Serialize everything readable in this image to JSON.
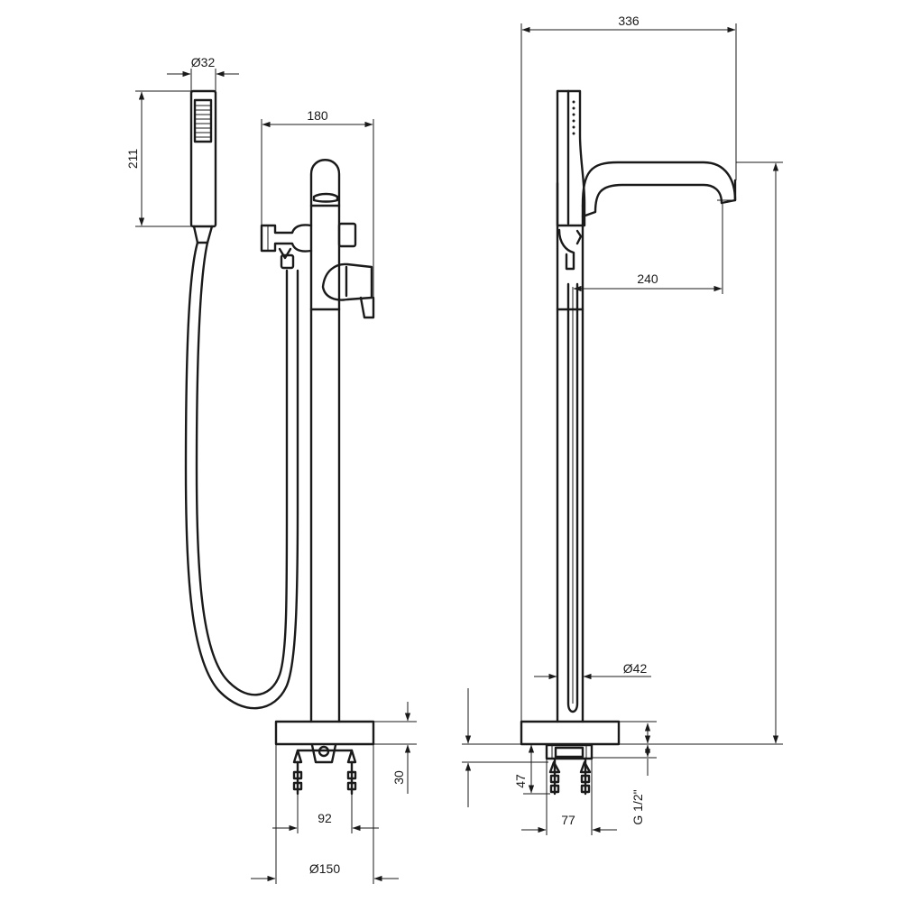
{
  "dimensions": {
    "handshower_diameter": "Ø32",
    "handshower_length": "211",
    "mixer_body_width": "180",
    "overall_width": "336",
    "spout_reach": "240",
    "column_diameter": "Ø42",
    "base_height": "30",
    "fixing_spacing": "92",
    "base_diameter": "Ø150",
    "connection_height": "47",
    "connection_spacing": "77",
    "thread_size": "G 1/2\""
  }
}
